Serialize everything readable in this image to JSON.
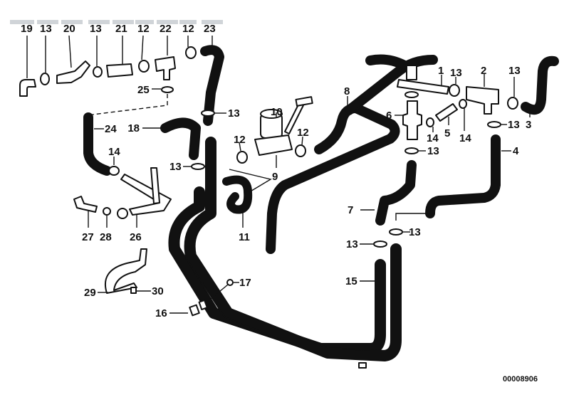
{
  "diagram": {
    "reference_number": "00008906",
    "colors": {
      "ink": "#111111",
      "header_band": "#aab0b8",
      "background": "#ffffff"
    },
    "header_labels": [
      "19",
      "13",
      "20",
      "13",
      "21",
      "12",
      "22",
      "12",
      "23"
    ],
    "callouts": {
      "c1": "1",
      "c2": "2",
      "c3": "3",
      "c4": "4",
      "c5": "5",
      "c6": "6",
      "c7": "7",
      "c8": "8",
      "c9": "9",
      "c10": "10",
      "c11": "11",
      "c12a": "12",
      "c12b": "12",
      "c13a": "13",
      "c13b": "13",
      "c13c": "13",
      "c13d": "13",
      "c13e": "13",
      "c13f": "13",
      "c13g": "13",
      "c13h": "13",
      "c13i": "13",
      "c13j": "13",
      "c14a": "14",
      "c14b": "14",
      "c14c": "14",
      "c15": "15",
      "c16": "16",
      "c17": "17",
      "c18": "18",
      "c24": "24",
      "c25": "25",
      "c26": "26",
      "c27": "27",
      "c28": "28",
      "c29": "29",
      "c30": "30"
    }
  }
}
